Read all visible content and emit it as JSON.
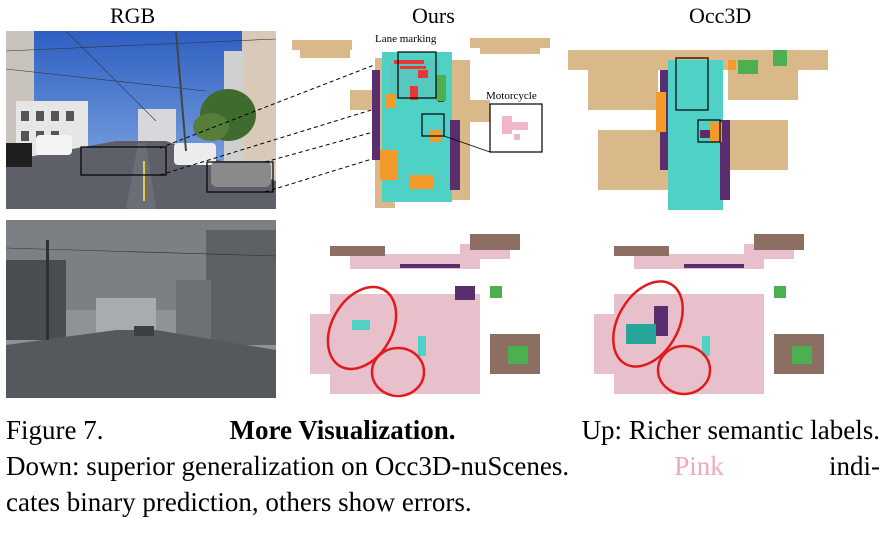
{
  "columns": {
    "rgb": "RGB",
    "ours": "Ours",
    "occ3d": "Occ3D"
  },
  "annotations": {
    "lane_marking": "Lane marking",
    "motorcycle": "Motorcycle"
  },
  "caption": {
    "fig_label": "Figure 7.",
    "bold": "More Visualization.",
    "line1_rest": "Up: Richer semantic labels.",
    "line2": "Down: superior generalization on Occ3D-nuScenes.",
    "pink_word": "Pink",
    "line2_tail": "indi-",
    "line3": "cates binary prediction, others show errors."
  },
  "colors": {
    "sky": "#3c6fcf",
    "road": "#4a4f59",
    "drivable": "#4fd1c5",
    "sidewalk": "#d9b88a",
    "vegetation": "#4caf50",
    "manmade": "#5a2d6e",
    "vehicle": "#f29b2b",
    "lane": "#e53935",
    "binary": "#e8c0cc",
    "error_ring": "#e31a1c"
  }
}
